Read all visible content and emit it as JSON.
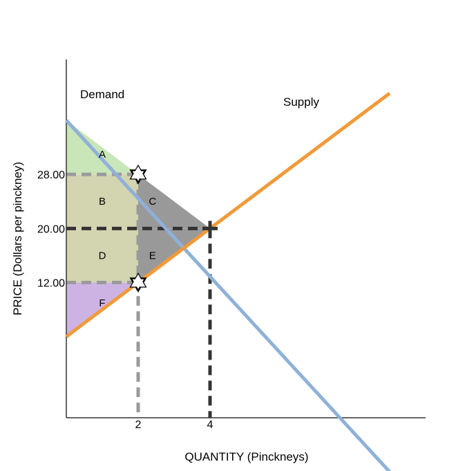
{
  "chart_data": {
    "type": "line",
    "title": "",
    "xlabel": "QUANTITY (Pinckneys)",
    "ylabel": "PRICE (Dollars per pinckney)",
    "xlim": [
      0,
      10
    ],
    "ylim": [
      -8,
      45
    ],
    "x_ticks": [
      {
        "value": 2,
        "label": "2"
      },
      {
        "value": 4,
        "label": "4"
      }
    ],
    "y_ticks": [
      {
        "value": 28,
        "label": "28.00"
      },
      {
        "value": 20,
        "label": "20.00"
      },
      {
        "value": 12,
        "label": "12.00"
      }
    ],
    "series": [
      {
        "name": "Demand",
        "color": "#8fb1d9",
        "x": [
          0,
          9
        ],
        "y": [
          36,
          -16
        ]
      },
      {
        "name": "Supply",
        "color": "#f19a3a",
        "x": [
          0,
          9
        ],
        "y": [
          4,
          40
        ]
      }
    ],
    "equilibrium": {
      "x": 4,
      "y": 20,
      "marker": "plus"
    },
    "quota_points": [
      {
        "x": 2,
        "y": 28,
        "marker": "star"
      },
      {
        "x": 2,
        "y": 12,
        "marker": "star"
      }
    ],
    "regions": [
      {
        "label": "A",
        "color": "#c9e6b8",
        "label_at": [
          1,
          31
        ]
      },
      {
        "label": "B",
        "color": "#d3d4b0",
        "label_at": [
          1,
          24
        ]
      },
      {
        "label": "C",
        "color": "#999999",
        "label_at": [
          2.4,
          24
        ]
      },
      {
        "label": "D",
        "color": "#d3d4b0",
        "label_at": [
          1,
          16
        ]
      },
      {
        "label": "E",
        "color": "#999999",
        "label_at": [
          2.4,
          16
        ]
      },
      {
        "label": "F",
        "color": "#cdb3e3",
        "label_at": [
          1,
          9
        ]
      }
    ],
    "grid": false,
    "legend": "none"
  }
}
